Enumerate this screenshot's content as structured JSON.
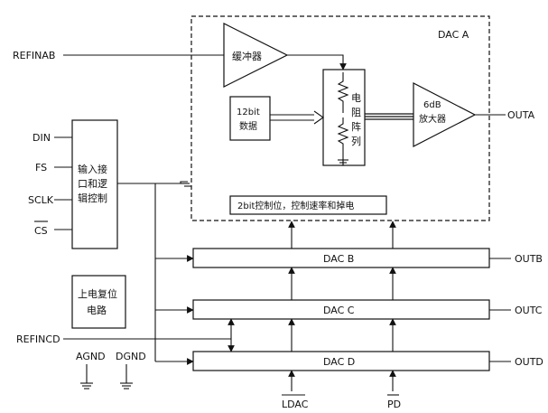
{
  "dac_a": {
    "title": "DAC A",
    "buffer": "缓冲器",
    "resistor_array": [
      "电",
      "阻",
      "阵",
      "列"
    ],
    "data_block": [
      "12bit",
      "数据"
    ],
    "amp": [
      "6dB",
      "放大器"
    ],
    "control": "2bit控制位，控制速率和掉电"
  },
  "interface_block": [
    "输入接",
    "口和逻",
    "辑控制"
  ],
  "power_on_reset": [
    "上电复位",
    "电路"
  ],
  "dac_b": "DAC  B",
  "dac_c": "DAC  C",
  "dac_d": "DAC  D",
  "pins": {
    "refinab": "REFINAB",
    "din": "DIN",
    "fs": "FS",
    "sclk": "SCLK",
    "cs": "CS",
    "refincd": "REFINCD",
    "agnd": "AGND",
    "dgnd": "DGND",
    "ldac": "LDAC",
    "pd": "PD",
    "outa": "OUTA",
    "outb": "OUTB",
    "outc": "OUTC",
    "outd": "OUTD"
  }
}
